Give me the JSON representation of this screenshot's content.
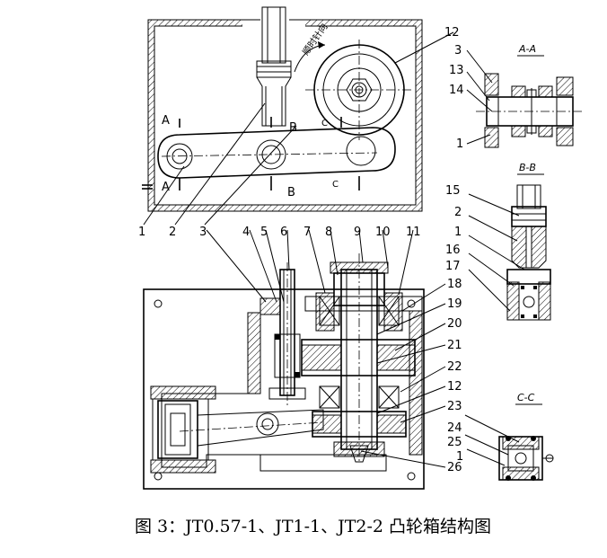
{
  "caption": "图 3：JT0.57-1、JT1-1、JT2-2 凸轮箱结构图",
  "sections": {
    "aa": "A-A",
    "bb": "B-B",
    "cc": "C-C"
  },
  "cut_markers": {
    "a_top": "A",
    "a_bottom": "A",
    "b_top": "B",
    "b_bottom": "B",
    "c_top": "C",
    "c_bottom": "C"
  },
  "arrow_text": "顺时针向",
  "top_view_callouts": [
    "1",
    "2",
    "3"
  ],
  "top_right_callouts": [
    "12",
    "3",
    "13",
    "14",
    "1"
  ],
  "main_view_callouts": [
    "4",
    "5",
    "6",
    "7",
    "8",
    "9",
    "10",
    "11"
  ],
  "right_callouts": [
    "18",
    "19",
    "20",
    "21",
    "22",
    "12",
    "23",
    "24",
    "25",
    "1",
    "26"
  ],
  "bb_callouts": [
    "15",
    "2",
    "1",
    "16",
    "17"
  ]
}
